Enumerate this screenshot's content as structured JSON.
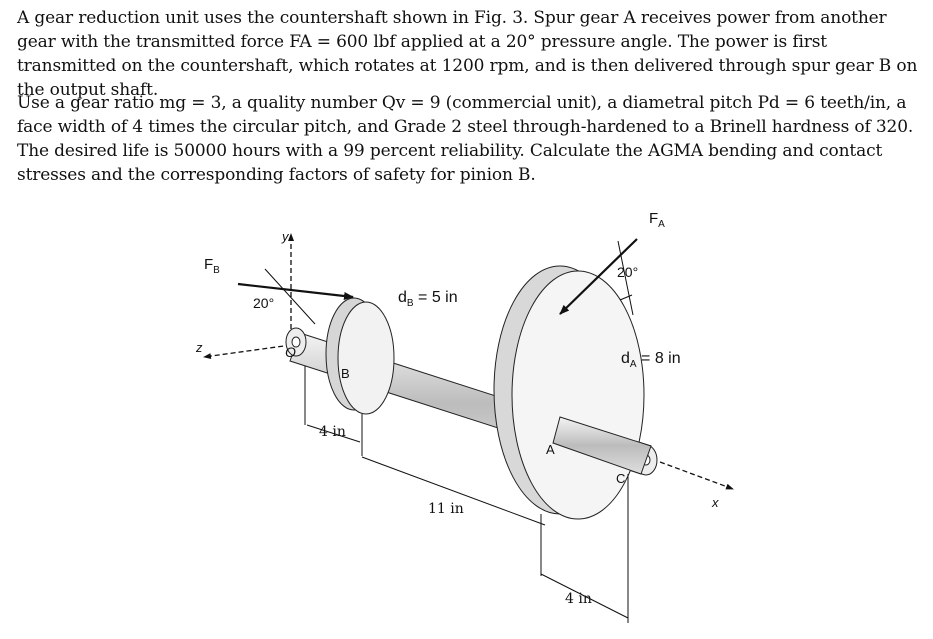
{
  "problem": {
    "paragraph1": "A gear reduction unit uses the countershaft shown in Fig. 3. Spur gear A receives power from another gear with the transmitted force FA = 600 lbf applied at a 20° pressure angle. The power is first transmitted on the countershaft, which rotates at 1200 rpm, and is then delivered through spur gear B on the output shaft.",
    "paragraph2": "Use a gear ratio mg = 3, a quality number Qv = 9 (commercial unit), a diametral pitch Pd = 6 teeth/in, a face width of 4 times the circular pitch, and Grade 2 steel through-hardened to a Brinell hardness of 320. The desired life is 50000 hours with a 99 percent reliability. Calculate the AGMA bending and contact stresses and the corresponding factors of safety for pinion B."
  },
  "figure": {
    "force_b": "F",
    "force_b_sub": "B",
    "force_a": "F",
    "force_a_sub": "A",
    "angle_b": "20°",
    "angle_a": "20°",
    "diameter_b": "d",
    "diameter_b_sub": "B",
    "diameter_b_value": " = 5 in",
    "diameter_a": "d",
    "diameter_a_sub": "A",
    "diameter_a_value": " = 8 in",
    "axis_y": "y",
    "axis_z": "z",
    "axis_x": "x",
    "point_o": "O",
    "point_b": "B",
    "point_a": "A",
    "point_c": "C",
    "dim_1": "4 in",
    "dim_2": "11 in",
    "dim_3": "4 in"
  }
}
